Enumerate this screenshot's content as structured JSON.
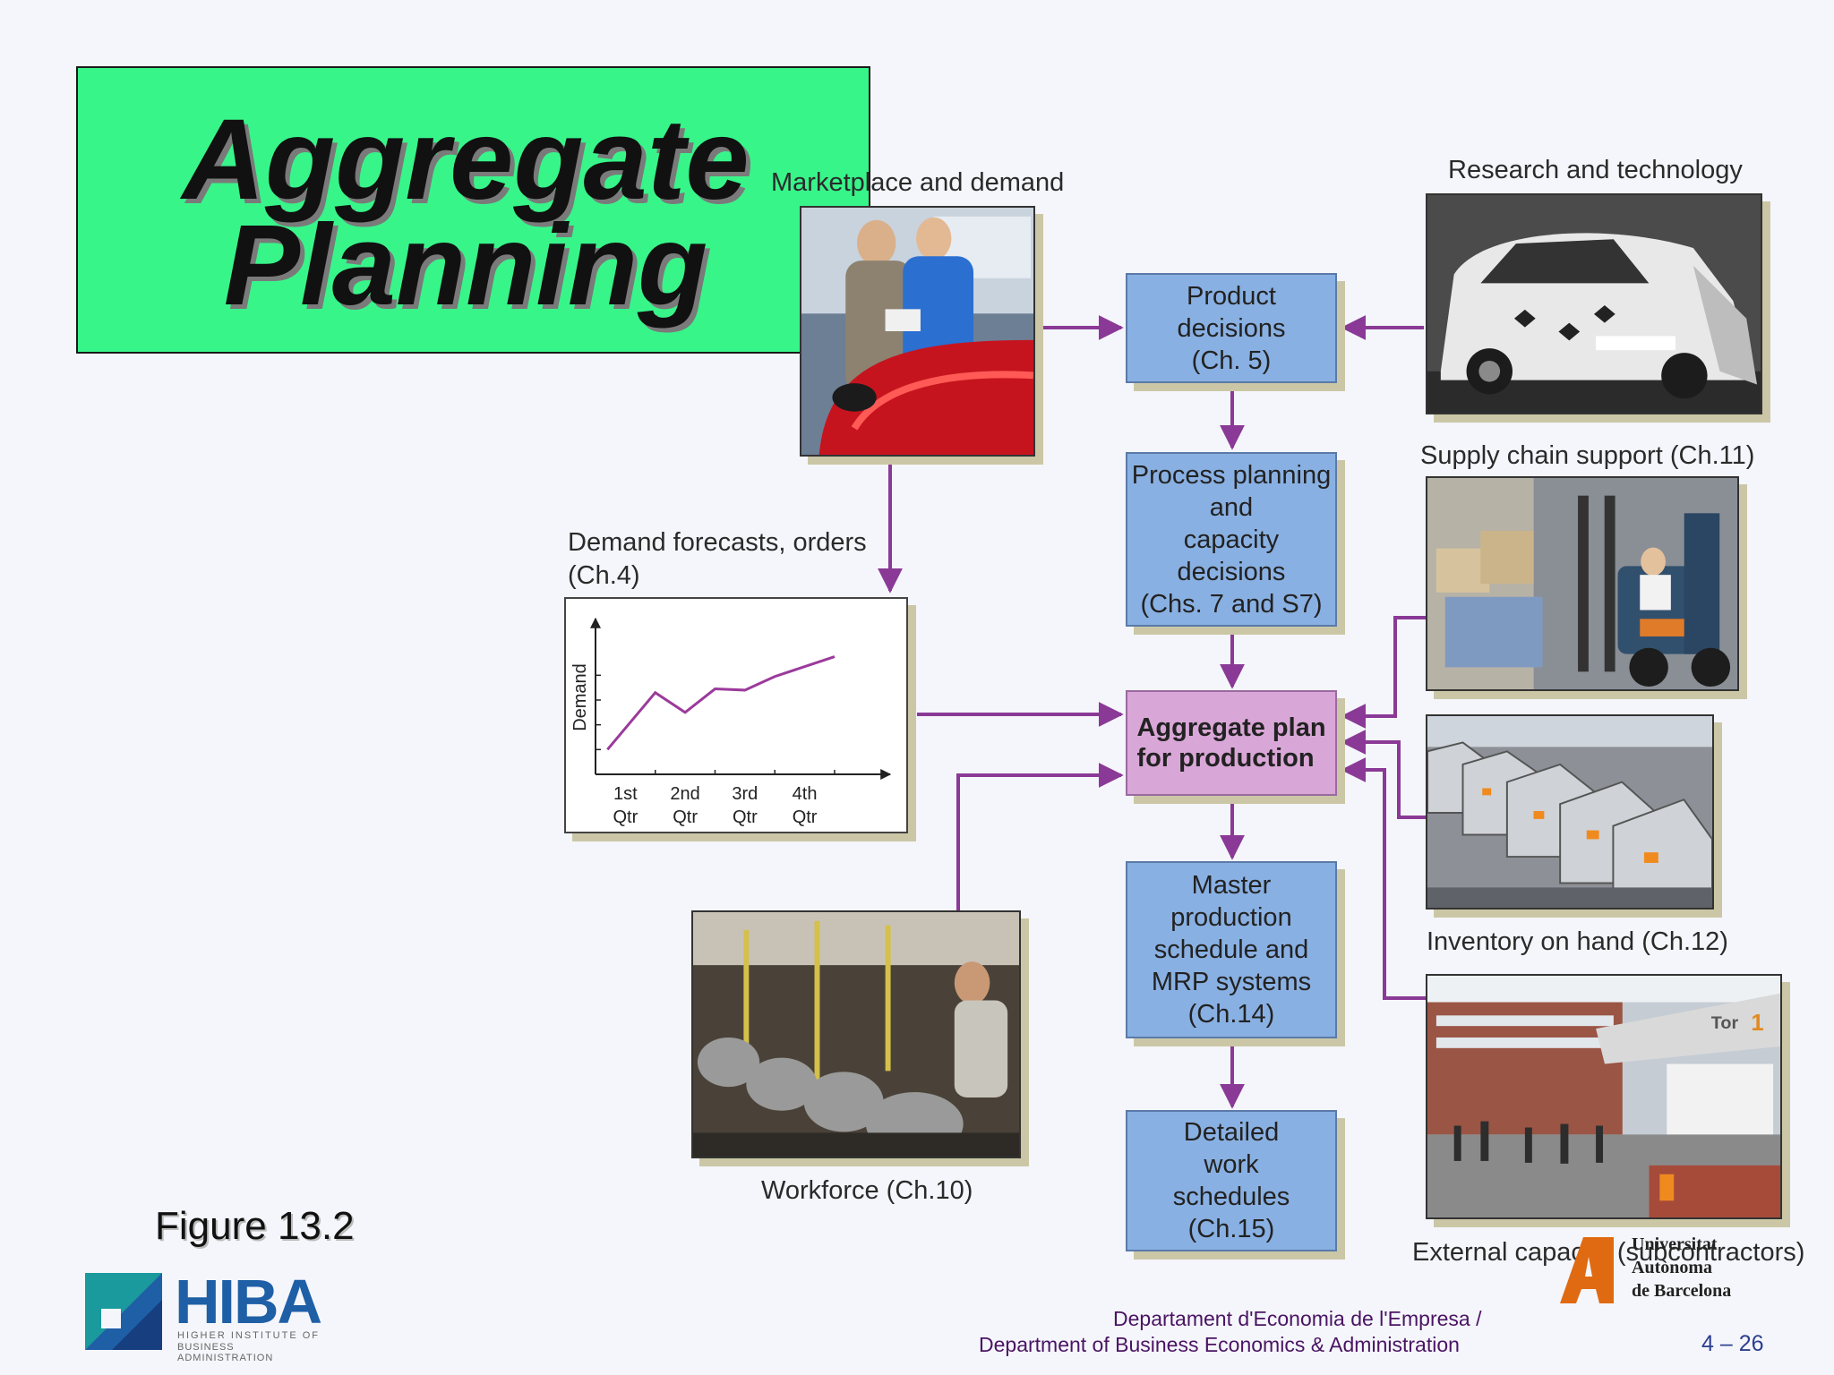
{
  "title": {
    "line1": "Aggregate",
    "line2": "Planning"
  },
  "captions": {
    "marketplace": "Marketplace and demand",
    "research": "Research and technology",
    "supply_chain": "Supply chain support (Ch.11)",
    "demand_forecasts_1": "Demand forecasts, orders",
    "demand_forecasts_2": "(Ch.4)",
    "inventory": "Inventory on hand (Ch.12)",
    "workforce": "Workforce (Ch.10)",
    "external": "External capacity (subcontractors)"
  },
  "boxes": {
    "product": "Product\ndecisions\n(Ch. 5)",
    "process": "Process planning\nand\ncapacity\ndecisions\n(Chs. 7 and S7)",
    "aggregate": "Aggregate plan\nfor production",
    "master": "Master\nproduction\nschedule and\nMRP systems\n(Ch.14)",
    "detailed": "Detailed\nwork\nschedules\n(Ch.15)"
  },
  "chart_data": {
    "type": "line",
    "ylabel": "Demand",
    "categories": [
      "1st Qtr",
      "2nd Qtr",
      "3rd Qtr",
      "4th Qtr"
    ],
    "tick_labels": [
      {
        "top": "1st",
        "bottom": "Qtr"
      },
      {
        "top": "2nd",
        "bottom": "Qtr"
      },
      {
        "top": "3rd",
        "bottom": "Qtr"
      },
      {
        "top": "4th",
        "bottom": "Qtr"
      }
    ],
    "x": [
      0.2,
      1.0,
      1.5,
      2.0,
      2.5,
      3.0,
      4.0
    ],
    "y": [
      1.0,
      3.3,
      2.5,
      3.45,
      3.4,
      3.95,
      4.75
    ],
    "xlim": [
      0,
      4.6
    ],
    "ylim": [
      0,
      6
    ],
    "color": "#9b3a9b",
    "grid": false
  },
  "figure_label": "Figure 13.2",
  "logo": {
    "name": "HIBA",
    "sub1": "HIGHER INSTITUTE OF",
    "sub2": "BUSINESS ADMINISTRATION"
  },
  "university": {
    "line1": "Universitat",
    "line2": "Autònoma",
    "line3": "de Barcelona"
  },
  "footer": {
    "line1": "Departament d'Economia de l'Empresa /",
    "line2": "Department of Business Economics & Administration"
  },
  "page_number": "4 – 26",
  "colors": {
    "title_bg": "#38f58a",
    "box_blue": "#89b0e2",
    "box_pink": "#d9a7d7",
    "arrow": "#8a3a96"
  }
}
